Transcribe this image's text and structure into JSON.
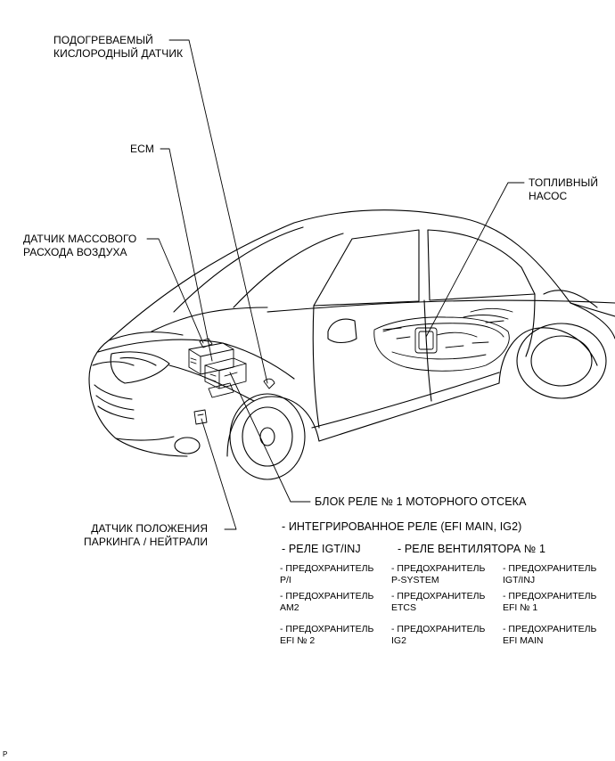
{
  "labels": {
    "heated_o2_sensor": [
      "ПОДОГРЕВАЕМЫЙ",
      "КИСЛОРОДНЫЙ ДАТЧИК"
    ],
    "ecm": "ECM",
    "fuel_pump": [
      "ТОПЛИВНЫЙ",
      "НАСОС"
    ],
    "mass_air_flow_sensor": [
      "ДАТЧИК МАССОВОГО",
      "РАСХОДА ВОЗДУХА"
    ],
    "relay_block": "БЛОК РЕЛЕ № 1 МОТОРНОГО ОТСЕКА",
    "park_neutral_sensor": [
      "ДАТЧИК ПОЛОЖЕНИЯ",
      "ПАРКИНГА / НЕЙТРАЛИ"
    ]
  },
  "relay_items": {
    "integrated_relay": "- ИНТЕГРИРОВАННОЕ РЕЛЕ (EFI MAIN, IG2)",
    "igt_inj_relay": "- РЕЛЕ IGT/INJ",
    "fan_relay": "- РЕЛЕ ВЕНТИЛЯТОРА № 1"
  },
  "fuses": [
    [
      "- ПРЕДОХРАНИТЕЛЬ",
      "P/I"
    ],
    [
      "- ПРЕДОХРАНИТЕЛЬ",
      "P-SYSTEM"
    ],
    [
      "- ПРЕДОХРАНИТЕЛЬ",
      "IGT/INJ"
    ],
    [
      "- ПРЕДОХРАНИТЕЛЬ",
      "AM2"
    ],
    [
      "- ПРЕДОХРАНИТЕЛЬ",
      "ETCS"
    ],
    [
      "- ПРЕДОХРАНИТЕЛЬ",
      "EFI № 1"
    ],
    [
      "- ПРЕДОХРАНИТЕЛЬ",
      "EFI № 2"
    ],
    [
      "- ПРЕДОХРАНИТЕЛЬ",
      "IG2"
    ],
    [
      "- ПРЕДОХРАНИТЕЛЬ",
      "EFI MAIN"
    ]
  ],
  "figure_code": "P"
}
